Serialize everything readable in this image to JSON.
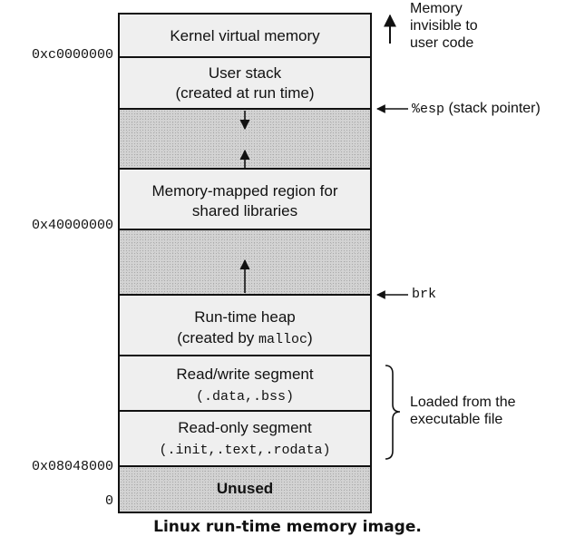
{
  "segments": {
    "kernel": "Kernel virtual memory",
    "user_stack_line1": "User stack",
    "user_stack_line2": "(created at run time)",
    "mmap_line1": "Memory-mapped region for",
    "mmap_line2": "shared libraries",
    "heap_line1": "Run-time heap",
    "heap_line2_prefix": "(created by ",
    "heap_line2_code": "malloc",
    "heap_line2_suffix": ")",
    "rw_line1": "Read/write segment",
    "rw_line2": "(.data,.bss)",
    "ro_line1": "Read-only segment",
    "ro_line2": "(.init,.text,.rodata)",
    "unused": "Unused"
  },
  "addresses": {
    "kernel_base": "0xc0000000",
    "shared_lib_base": "0x40000000",
    "program_base": "0x08048000",
    "zero": "0"
  },
  "annotations": {
    "invisible_line1": "Memory",
    "invisible_line2": "invisible to",
    "invisible_line3": "user code",
    "esp_code": "%esp",
    "esp_text": "(stack pointer)",
    "brk": "brk",
    "loaded_line1": "Loaded from the",
    "loaded_line2": "executable file"
  },
  "caption": "Linux run-time memory image.",
  "colors": {
    "region_fill": "#efefef",
    "gap_fill": "#d3d3d3",
    "line": "#111111"
  }
}
